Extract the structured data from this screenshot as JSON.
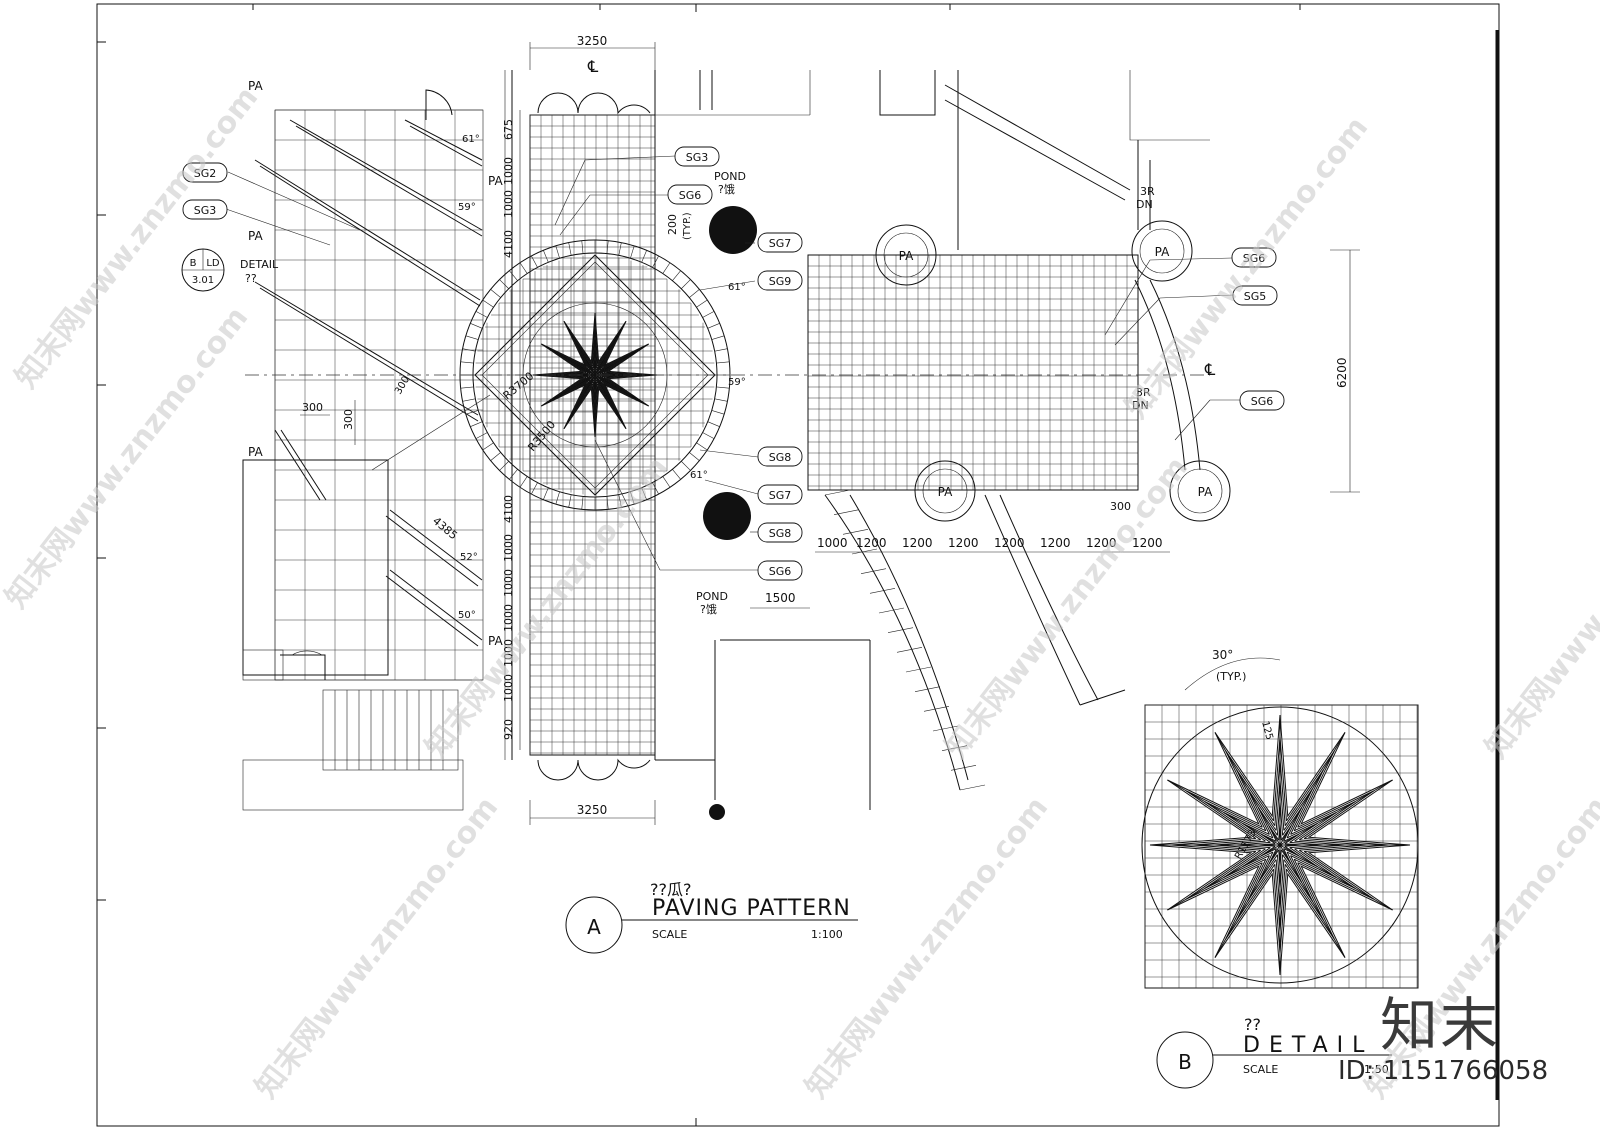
{
  "drawing_a": {
    "title": "PAVING PATTERN",
    "title_cn": "??瓜?",
    "scale_label": "SCALE",
    "scale_value": "1:100",
    "marker": "A"
  },
  "drawing_b": {
    "title": "DETAIL",
    "title_cn": "??",
    "scale_label": "SCALE",
    "scale_value": "1:50",
    "marker": "B",
    "angle_label": "30°",
    "angle_typ": "(TYP.)",
    "dim_a": "125",
    "dim_b": "R1173"
  },
  "detail_ref": {
    "top": "B",
    "right": "LD",
    "bottom": "3.01",
    "label": "DETAIL",
    "label_cn": "??"
  },
  "tags": [
    {
      "id": "SG2"
    },
    {
      "id": "SG3"
    },
    {
      "id": "SG3"
    },
    {
      "id": "SG6"
    },
    {
      "id": "SG7"
    },
    {
      "id": "SG9"
    },
    {
      "id": "SG8"
    },
    {
      "id": "SG7"
    },
    {
      "id": "SG8"
    },
    {
      "id": "SG6"
    },
    {
      "id": "SG6"
    },
    {
      "id": "SG5"
    },
    {
      "id": "SG6"
    }
  ],
  "pa_labels": [
    "PA",
    "PA",
    "PA",
    "PA",
    "PA"
  ],
  "pa_circles": [
    "PA",
    "PA",
    "PA",
    "PA"
  ],
  "pond_labels": [
    {
      "text": "POND",
      "cn": "?饿"
    },
    {
      "text": "POND",
      "cn": "?饿"
    }
  ],
  "dims": {
    "top_width": "3250",
    "bottom_width": "3250",
    "vertical_top": [
      "675",
      "1000",
      "1000",
      "4100"
    ],
    "vertical_bottom": [
      "4100",
      "1000",
      "1000",
      "1000",
      "1000",
      "1000",
      "920"
    ],
    "horizontal_row": [
      "1000",
      "1200",
      "1200",
      "1200",
      "1200",
      "1200",
      "1200",
      "1200"
    ],
    "right_height": "6200",
    "pond_width": "1500",
    "tile_300_a": "300",
    "tile_300_b": "300",
    "tile_300_c": "300",
    "radius_1": "R3700",
    "radius_2": "R3500",
    "diag_len": "4385",
    "typ_200": "200",
    "typ_label": "(TYP.)",
    "diag_300": "300",
    "angles": [
      "61°",
      "59°",
      "52°",
      "50°",
      "61°",
      "59°",
      "61°"
    ]
  },
  "stairs": [
    {
      "text": "3R",
      "sub": "DN"
    },
    {
      "text": "3R",
      "sub": "DN"
    }
  ],
  "centerline_mark": "℄",
  "watermark": "知末网www.znzmo.com",
  "brand": "知末",
  "id_label": "ID: 1151766058"
}
